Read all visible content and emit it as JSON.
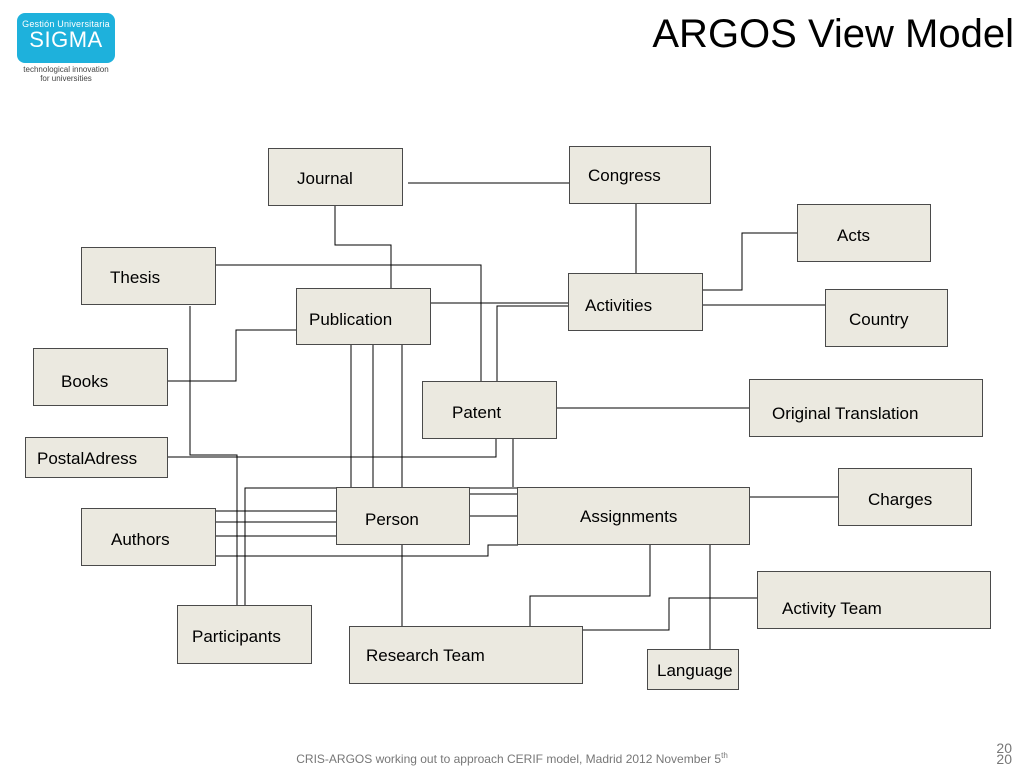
{
  "logo": {
    "top_text": "Gestión Universitaria",
    "brand": "SIGMA",
    "tagline_1": "technological innovation",
    "tagline_2": "for universities"
  },
  "title": "ARGOS View Model",
  "boxes": {
    "journal": "Journal",
    "congress": "Congress",
    "acts": "Acts",
    "thesis": "Thesis",
    "publication": "Publication",
    "activities": "Activities",
    "country": "Country",
    "books": "Books",
    "patent": "Patent",
    "original_translation": "Original Translation",
    "postal_adress": "PostalAdress",
    "charges": "Charges",
    "person": "Person",
    "assignments": "Assignments",
    "authors": "Authors",
    "activity_team": "Activity Team",
    "participants": "Participants",
    "research_team": "Research Team",
    "language": "Language"
  },
  "footer": {
    "text": "CRIS-ARGOS working out to approach CERIF model, Madrid 2012 November 5",
    "superscript": "th"
  },
  "page_number": "20",
  "colors": {
    "box_fill": "#ebe9e0",
    "box_border": "#4a4a4a",
    "logo_bg": "#1eb1dc",
    "line": "#000000"
  }
}
